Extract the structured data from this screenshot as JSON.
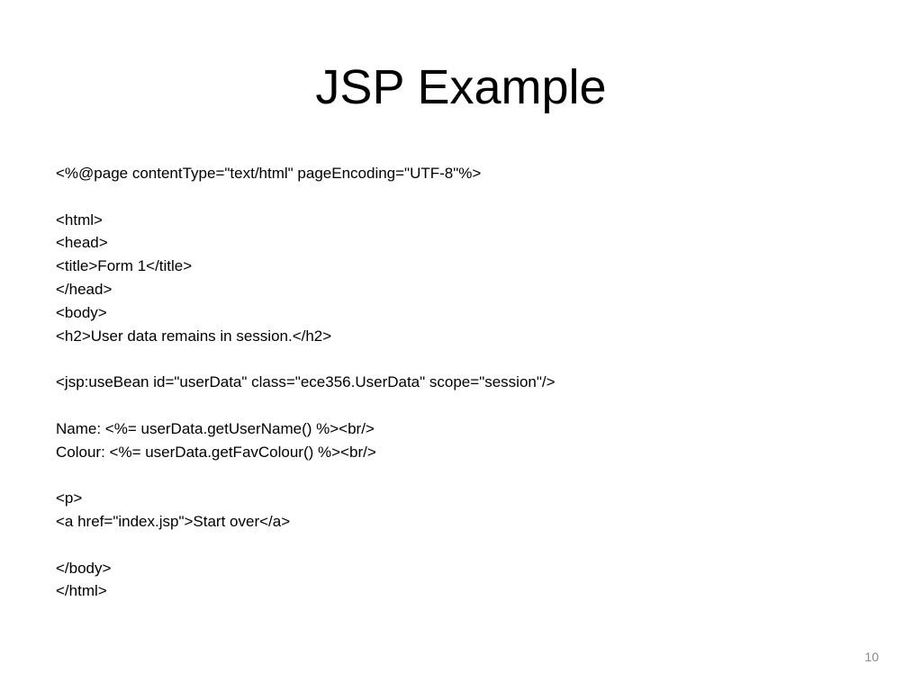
{
  "slide": {
    "title": "JSP Example",
    "code_lines": [
      "<%@page contentType=\"text/html\" pageEncoding=\"UTF-8\"%>",
      "",
      "<html>",
      "<head>",
      "<title>Form 1</title>",
      "</head>",
      "<body>",
      "<h2>User data remains in session.</h2>",
      "",
      "<jsp:useBean id=\"userData\" class=\"ece356.UserData\" scope=\"session\"/>",
      "",
      "Name: <%= userData.getUserName() %><br/>",
      "Colour: <%= userData.getFavColour() %><br/>",
      "",
      "<p>",
      "<a href=\"index.jsp\">Start over</a>",
      "",
      "</body>",
      "</html>"
    ],
    "page_number": "10"
  }
}
